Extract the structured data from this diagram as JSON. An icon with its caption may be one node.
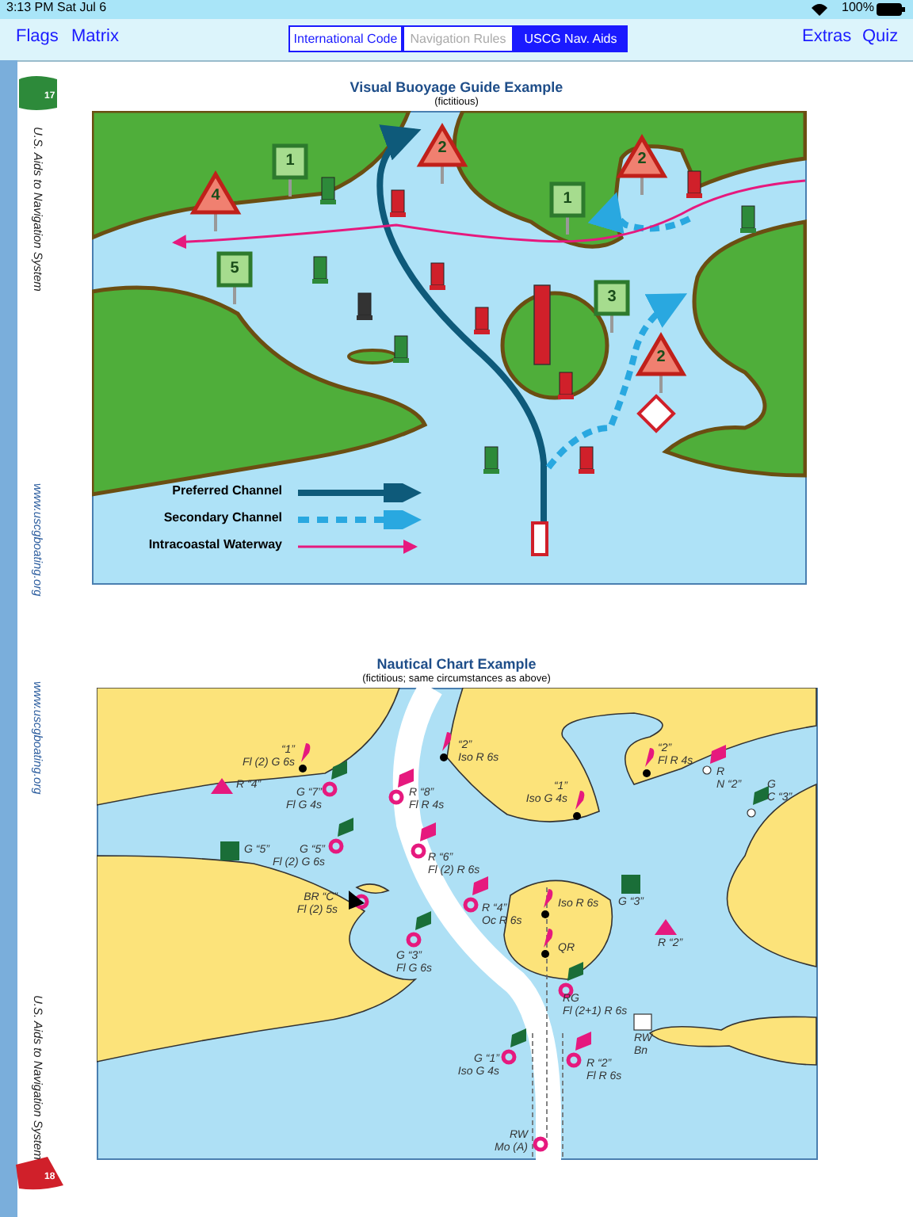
{
  "diagram": {
    "labels": [
      "3:13 PM",
      "Sat Jul 6",
      "100%",
      "Flags",
      "Matrix",
      "International Code",
      "Navigation Rules",
      "USCG Nav. Aids",
      "Extras",
      "Quiz",
      "17",
      "U.S. Aids to Navigation System",
      "Visual Buoyage Guide Example",
      "(fictitious)",
      "2",
      "1",
      "2",
      "4",
      "1",
      "5",
      "3",
      "2",
      "www.uscgboating.org",
      "Nautical Chart Example",
      "(fictitious; same circumstances as above)",
      "www.uscgboating.org",
      "“1” Fl (2) G 6s",
      "“2” Iso R 6s",
      "“2” Fl R 4s",
      "R N “2”",
      "R “4”",
      "G “7” Fl G 4s",
      "R “8” Fl R 4s",
      "“1” Iso G 4s",
      "G C “3”",
      "G “5”",
      "G “5” Fl (2) G 6s",
      "R “6” Fl (2) R 6s",
      "BR “C” Fl (2) 5s",
      "R “4” Oc R 6s",
      "Iso R 6s",
      "G “3”",
      "G “3” Fl G 6s",
      "QR",
      "R “2”",
      "RG Fl (2+1) R 6s",
      "RW Bn",
      "G “1” Iso G 4s",
      "R “2” Fl R 6s",
      "U.S. Aids to Navigation System",
      "RW Mo (A)",
      "18"
    ],
    "legend": [
      {
        "text": "Preferred Channel"
      },
      {
        "text": "Secondary Channel"
      },
      {
        "text": "Intracoastal Waterway"
      }
    ]
  }
}
